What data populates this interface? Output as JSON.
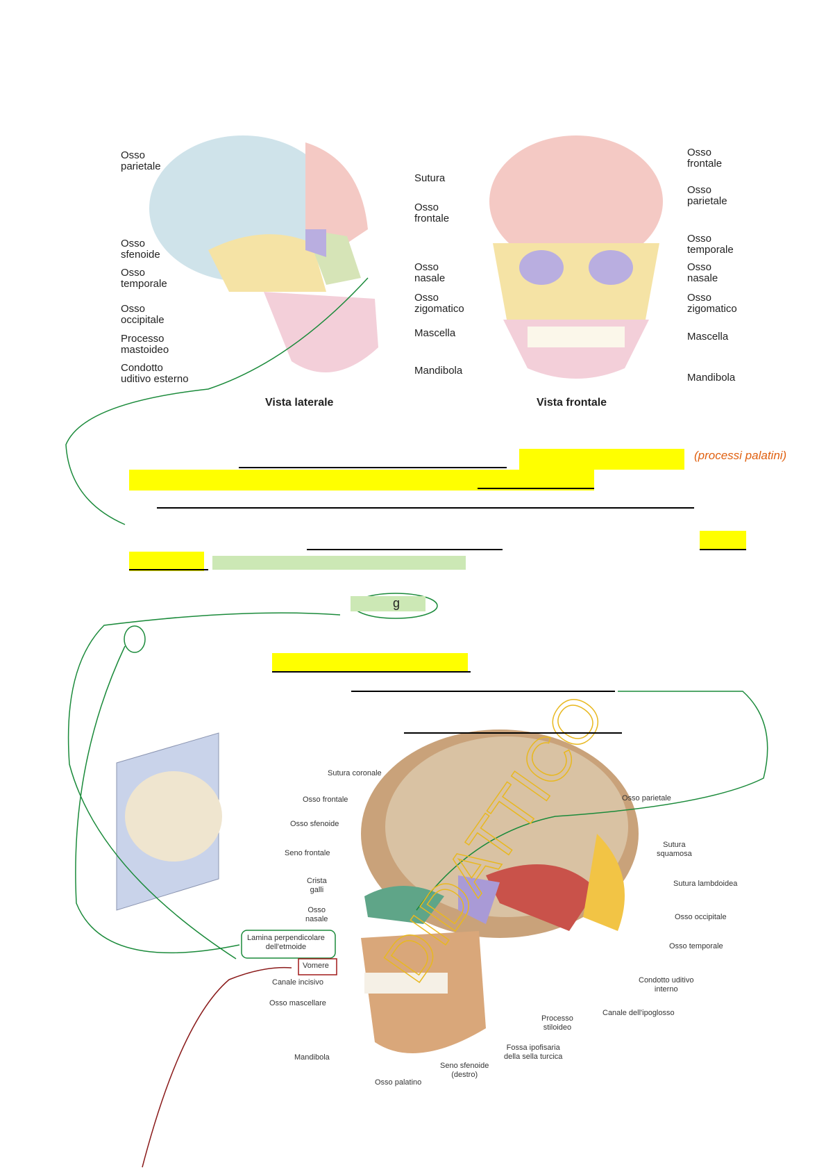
{
  "lateral_view": {
    "caption": "Vista laterale",
    "labels": [
      "Osso\nparietale",
      "Osso\nsfenoide",
      "Osso\ntemporale",
      "Osso\noccipitale",
      "Processo\nmastoideo",
      "Condotto\nuditivo esterno",
      "Sutura",
      "Osso\nfrontale",
      "Osso\nnasale",
      "Osso\nzigomatico",
      "Mascella",
      "Mandibola"
    ]
  },
  "frontal_view": {
    "caption": "Vista frontale",
    "labels": [
      "Osso\nfrontale",
      "Osso\nparietale",
      "Osso\ntemporale",
      "Osso\nnasale",
      "Osso\nzigomatico",
      "Mascella",
      "Mandibola"
    ]
  },
  "annotations": {
    "orange_note": "(processi palatini)",
    "green_letter": "g"
  },
  "sagittal_view": {
    "labels": [
      "Sutura coronale",
      "Osso frontale",
      "Osso sfenoide",
      "Seno frontale",
      "Crista\ngalli",
      "Osso\nnasale",
      "Lamina perpendicolare\ndell'etmoide",
      "Vomere",
      "Canale incisivo",
      "Osso mascellare",
      "Mandibola",
      "Osso palatino",
      "Seno sfenoide\n(destro)",
      "Fossa ipofisaria\ndella sella turcica",
      "Processo\nstiloideo",
      "Canale dell'ipoglosso",
      "Condotto uditivo\ninterno",
      "Osso temporale",
      "Osso occipitale",
      "Sutura lambdoidea",
      "Sutura\nsquamosa",
      "Osso parietale"
    ],
    "watermark": "DIDATTICO"
  }
}
